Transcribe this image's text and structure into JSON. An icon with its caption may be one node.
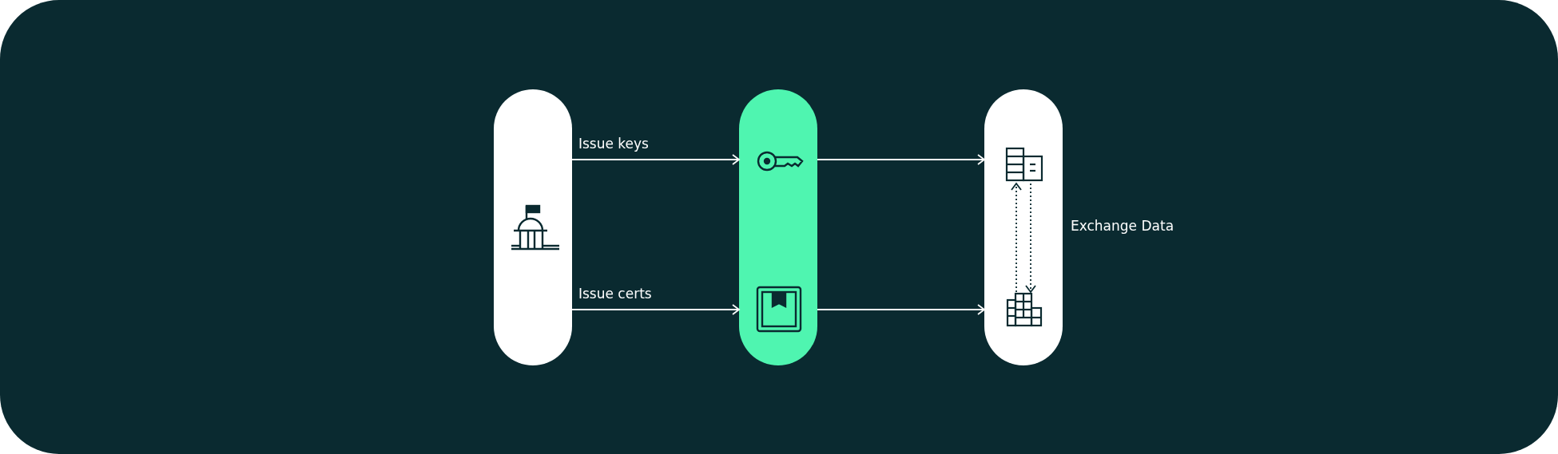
{
  "diagram": {
    "nodes": [
      {
        "text": [],
        "shape": "box"
      },
      {
        "text": [],
        "shape": "box"
      },
      {
        "text": [],
        "shape": "box",
        "beside": [
          "Exchange Data"
        ]
      },
      {
        "text": [],
        "shape": "picture",
        "in": 2
      },
      {
        "text": [],
        "shape": "picture",
        "in": 2
      }
    ],
    "edges": [
      {
        "from": 0,
        "to": 1,
        "arrow": "to",
        "label": "Issue keys"
      },
      {
        "from": 0,
        "to": 1,
        "arrow": "to",
        "label": "Issue certs"
      },
      {
        "from": 1,
        "to": 2,
        "arrow": "to"
      },
      {
        "from": 1,
        "to": 2,
        "arrow": "to"
      },
      {
        "from": 4,
        "to": 3,
        "arrow": "to",
        "style": "dashed",
        "color": "#0a2a30"
      },
      {
        "from": 3,
        "to": 4,
        "arrow": "to",
        "style": "dashed",
        "color": "#0a2a30"
      }
    ]
  }
}
